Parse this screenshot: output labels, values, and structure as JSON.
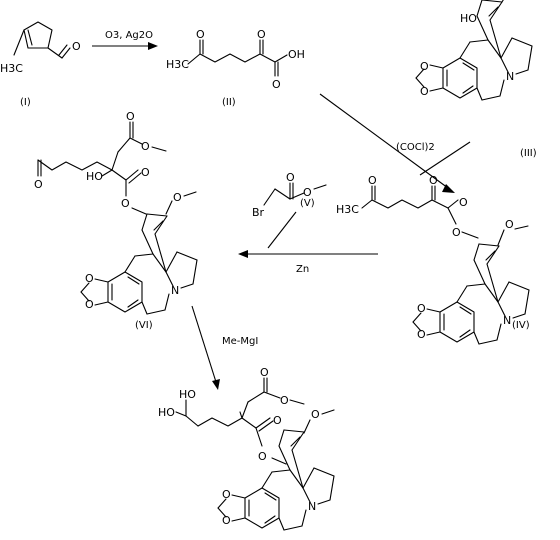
{
  "compounds": {
    "I": {
      "label": "(I)",
      "atoms": {
        "h3c": "H3C",
        "o_ald": "O"
      }
    },
    "II": {
      "label": "(II)",
      "atoms": {
        "h3c": "H3C",
        "o1": "O",
        "o2": "O",
        "o3": "O",
        "oh": "OH"
      }
    },
    "III": {
      "label": "(III)",
      "atoms": {
        "ho": "HO",
        "o_a": "O",
        "o_b": "O",
        "n": "N"
      }
    },
    "IV": {
      "label": "(IV)",
      "atoms": {
        "h3c": "H3C",
        "o1": "O",
        "o2": "O",
        "o_ester": "O",
        "o_link": "O",
        "o_me": "O",
        "o_a": "O",
        "o_b": "O",
        "n": "N"
      }
    },
    "V": {
      "label": "(V)",
      "atoms": {
        "br": "Br",
        "o1": "O",
        "o2": "O"
      }
    },
    "VI": {
      "label": "(VI)",
      "atoms": {
        "o_keto": "O",
        "ho": "HO",
        "o_me1": "O",
        "o_co": "O",
        "o_link": "O",
        "o_ester": "O",
        "o_me2": "O",
        "o_a": "O",
        "o_b": "O",
        "n": "N"
      }
    },
    "VII": {
      "atoms": {
        "ho1": "HO",
        "ho2": "HO",
        "o_me1": "O",
        "o_co": "O",
        "o_link": "O",
        "o_ester": "O",
        "o_me2": "O",
        "o_a": "O",
        "o_b": "O",
        "n": "N"
      }
    }
  },
  "reagents": {
    "step1": {
      "text": "O3,  Ag2O"
    },
    "step2": {
      "text": "(COCl)2"
    },
    "step3": {
      "text": "Zn"
    },
    "step4": {
      "text": "Me-MgI"
    }
  }
}
